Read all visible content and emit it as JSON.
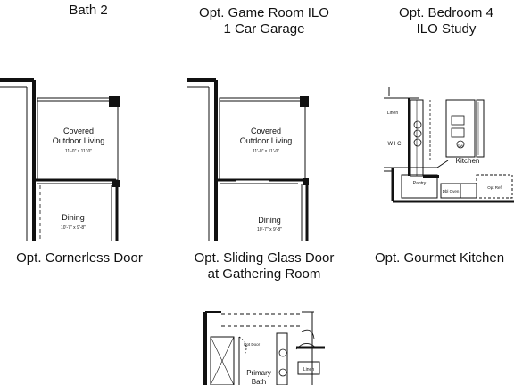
{
  "captions": {
    "top_left": "Bath 2",
    "top_mid_1": "Opt. Game Room ILO",
    "top_mid_2": "1 Car Garage",
    "top_right_1": "Opt. Bedroom 4",
    "top_right_2": "ILO Study",
    "mid_left": "Opt. Cornerless Door",
    "mid_mid_1": "Opt. Sliding Glass Door",
    "mid_mid_2": "at Gathering Room",
    "mid_right": "Opt. Gourmet Kitchen"
  },
  "plan_cornerless": {
    "room1_name": "Covered",
    "room1_name2": "Outdoor Living",
    "room1_dims": "11'-0\" x 11'-0\"",
    "room2_name": "Dining",
    "room2_dims": "10'-7\" x 9'-8\""
  },
  "plan_sliding": {
    "room1_name": "Covered",
    "room1_name2": "Outdoor Living",
    "room1_dims": "11'-0\" x 11'-0\"",
    "room2_name": "Dining",
    "room2_dims": "10'-7\" x 9'-8\""
  },
  "plan_kitchen": {
    "linen": "Linen",
    "wic": "W I C",
    "kitchen": "Kitchen",
    "pantry": "Pantry",
    "dbl_oven": "Dbl Oven",
    "dw": "DW",
    "opt_ref": "Opt Ref"
  },
  "plan_bath": {
    "opt_door": "Opt Door",
    "primary": "Primary",
    "bath": "Bath",
    "linen": "Linen"
  }
}
